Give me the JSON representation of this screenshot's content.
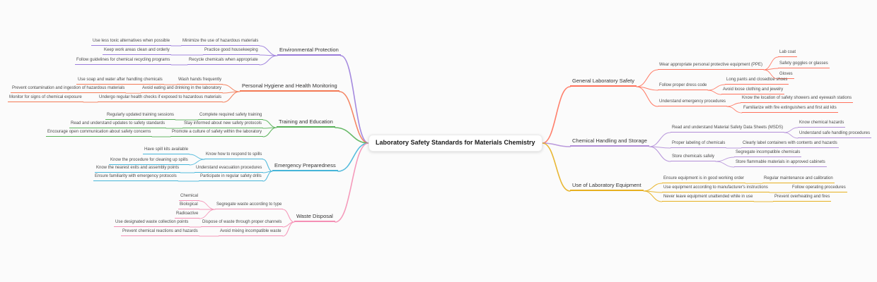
{
  "mindmap": {
    "root": {
      "label": "Laboratory Safety Standards for Materials Chemistry"
    },
    "right": [
      {
        "label": "General Laboratory Safety",
        "color": "#ff725c",
        "children": [
          {
            "label": "Wear appropriate personal protective equipment (PPE)",
            "children": [
              {
                "label": "Lab coat"
              },
              {
                "label": "Safety goggles or glasses"
              },
              {
                "label": "Gloves"
              }
            ]
          },
          {
            "label": "Follow proper dress code",
            "children": [
              {
                "label": "Long pants and closedtoe shoes"
              },
              {
                "label": "Avoid loose clothing and jewelry"
              }
            ]
          },
          {
            "label": "Understand emergency procedures",
            "children": [
              {
                "label": "Know the location of safety showers and eyewash stations"
              },
              {
                "label": "Familiarize with fire extinguishers and first aid kits"
              }
            ]
          }
        ]
      },
      {
        "label": "Chemical Handling and Storage",
        "color": "#b28ed8",
        "children": [
          {
            "label": "Read and understand Material Safety Data Sheets (MSDS)",
            "children": [
              {
                "label": "Know chemical hazards"
              },
              {
                "label": "Understand safe handling procedures"
              }
            ]
          },
          {
            "label": "Proper labeling of chemicals",
            "children": [
              {
                "label": "Clearly label containers with contents and hazards"
              }
            ]
          },
          {
            "label": "Store chemicals safely",
            "children": [
              {
                "label": "Segregate incompatible chemicals"
              },
              {
                "label": "Store flammable materials in approved cabinets"
              }
            ]
          }
        ]
      },
      {
        "label": "Use of Laboratory Equipment",
        "color": "#e7b020",
        "children": [
          {
            "label": "Ensure equipment is in good working order",
            "children": [
              {
                "label": "Regular maintenance and calibration"
              }
            ]
          },
          {
            "label": "Use equipment according to manufacturer's instructions",
            "children": [
              {
                "label": "Follow operating procedures"
              }
            ]
          },
          {
            "label": "Never leave equipment unattended while in use",
            "children": [
              {
                "label": "Prevent overheating and fires"
              }
            ]
          }
        ]
      }
    ],
    "left": [
      {
        "label": "Environmental Protection",
        "color": "#9b7ddb",
        "children": [
          {
            "label": "Minimize the use of hazardous materials",
            "children": [
              {
                "label": "Use less toxic alternatives when possible"
              }
            ]
          },
          {
            "label": "Practice good housekeeping",
            "children": [
              {
                "label": "Keep work areas clean and orderly"
              }
            ]
          },
          {
            "label": "Recycle chemicals when appropriate",
            "children": [
              {
                "label": "Follow guidelines for chemical recycling programs"
              }
            ]
          }
        ]
      },
      {
        "label": "Personal Hygiene and Health Monitoring",
        "color": "#f37a55",
        "children": [
          {
            "label": "Wash hands frequently",
            "children": [
              {
                "label": "Use soap and water after handling chemicals"
              }
            ]
          },
          {
            "label": "Avoid eating and drinking in the laboratory",
            "children": [
              {
                "label": "Prevent contamination and ingestion of hazardous materials"
              }
            ]
          },
          {
            "label": "Undergo regular health checks if exposed to hazardous materials",
            "children": [
              {
                "label": "Monitor for signs of chemical exposure"
              }
            ]
          }
        ]
      },
      {
        "label": "Training and Education",
        "color": "#58b158",
        "children": [
          {
            "label": "Complete required safety training",
            "children": [
              {
                "label": "Regularly updated training sessions"
              }
            ]
          },
          {
            "label": "Stay informed about new safety protocols",
            "children": [
              {
                "label": "Read and understand updates to safety standards"
              }
            ]
          },
          {
            "label": "Promote a culture of safety within the laboratory",
            "children": [
              {
                "label": "Encourage open communication about safety concerns"
              }
            ]
          }
        ]
      },
      {
        "label": "Emergency Preparedness",
        "color": "#45b5d9",
        "children": [
          {
            "label": "Know how to respond to spills",
            "children": [
              {
                "label": "Have spill kits available"
              },
              {
                "label": "Know the procedure for cleaning up spills"
              }
            ]
          },
          {
            "label": "Understand evacuation procedures",
            "children": [
              {
                "label": "Know the nearest exits and assembly points"
              }
            ]
          },
          {
            "label": "Participate in regular safety drills",
            "children": [
              {
                "label": "Ensure familiarity with emergency protocols"
              }
            ]
          }
        ]
      },
      {
        "label": "Waste Disposal",
        "color": "#f48fb4",
        "children": [
          {
            "label": "Segregate waste according to type",
            "children": [
              {
                "label": "Chemical"
              },
              {
                "label": "Biological"
              },
              {
                "label": "Radioactive"
              }
            ]
          },
          {
            "label": "Dispose of waste through proper channels",
            "children": [
              {
                "label": "Use designated waste collection points"
              }
            ]
          },
          {
            "label": "Avoid mixing incompatible waste",
            "children": [
              {
                "label": "Prevent chemical reactions and hazards"
              }
            ]
          }
        ]
      }
    ]
  }
}
